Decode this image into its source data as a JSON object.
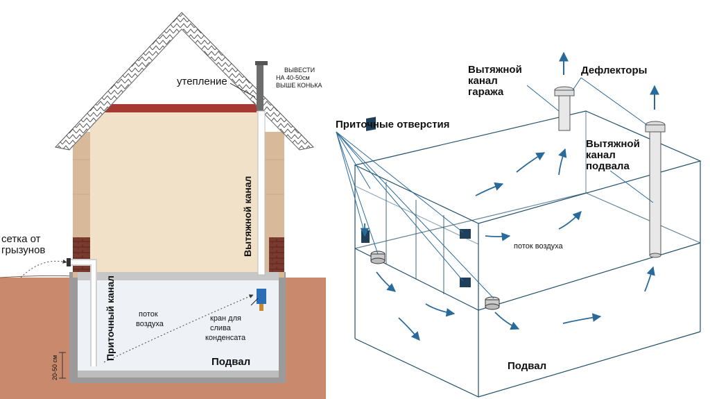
{
  "left": {
    "insulation": "утепление",
    "chimney_note": [
      "ВЫВЕСТИ",
      "НА 40-50см",
      "ВЫШЕ КОНЬКА"
    ],
    "exhaust_channel": "Вытяжной канал",
    "supply_channel": "Приточный канал",
    "rodent_mesh": [
      "сетка от",
      "грызунов"
    ],
    "air_flow": [
      "поток",
      "воздуха"
    ],
    "drain_tap": [
      "кран для",
      "слива",
      "конденсата"
    ],
    "basement": "Подвал",
    "height_note": "20-50 см"
  },
  "right": {
    "garage_exhaust": [
      "Вытяжной",
      "канал",
      "гаража"
    ],
    "deflectors": "Дефлекторы",
    "supply_openings": "Приточные отверстия",
    "basement_exhaust": [
      "Вытяжной",
      "канал",
      "подвала"
    ],
    "air_flow": "поток воздуха",
    "basement": "Подвал"
  },
  "colors": {
    "soil": "#c9896c",
    "wall": "#f1e1c8",
    "brick": "#7a3a2e",
    "roof_band": "#a63a32",
    "basement_fill": "#eef2f6",
    "pipe": "#4a4a4a",
    "teal_box": "#1f4f6a",
    "accent_blue": "#2a6a9a"
  }
}
